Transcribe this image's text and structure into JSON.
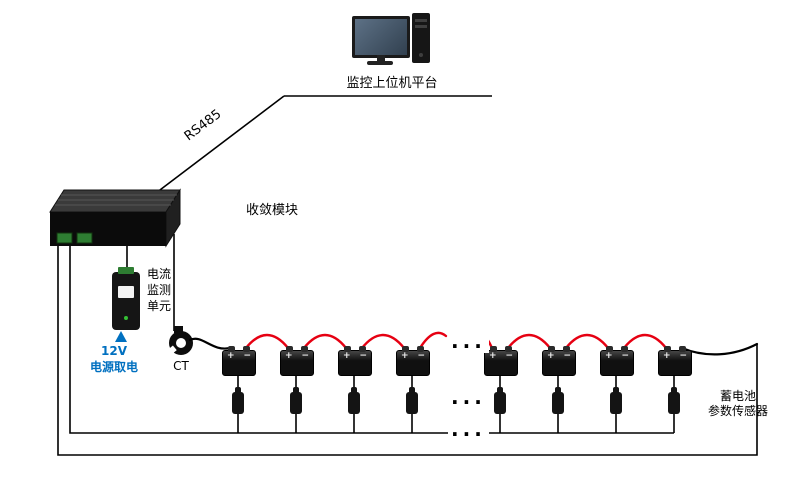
{
  "diagram": {
    "computer_label": "监控上位机平台",
    "rs485_label": "RS485",
    "module_label": "收敛模块",
    "current_unit_label_lines": [
      "电流",
      "监测",
      "单元"
    ],
    "power_label_line1": "12V",
    "power_label_line2": "电源取电",
    "ct_label": "CT",
    "sensor_label_lines": [
      "蓄电池",
      "参数传感器"
    ],
    "ellipsis": "...",
    "battery_plus": "+",
    "battery_minus": "−"
  },
  "colors": {
    "wire_black": "#000000",
    "wire_red": "#e60012",
    "power_blue": "#0070c0",
    "terminal_green": "#2e7d32"
  }
}
